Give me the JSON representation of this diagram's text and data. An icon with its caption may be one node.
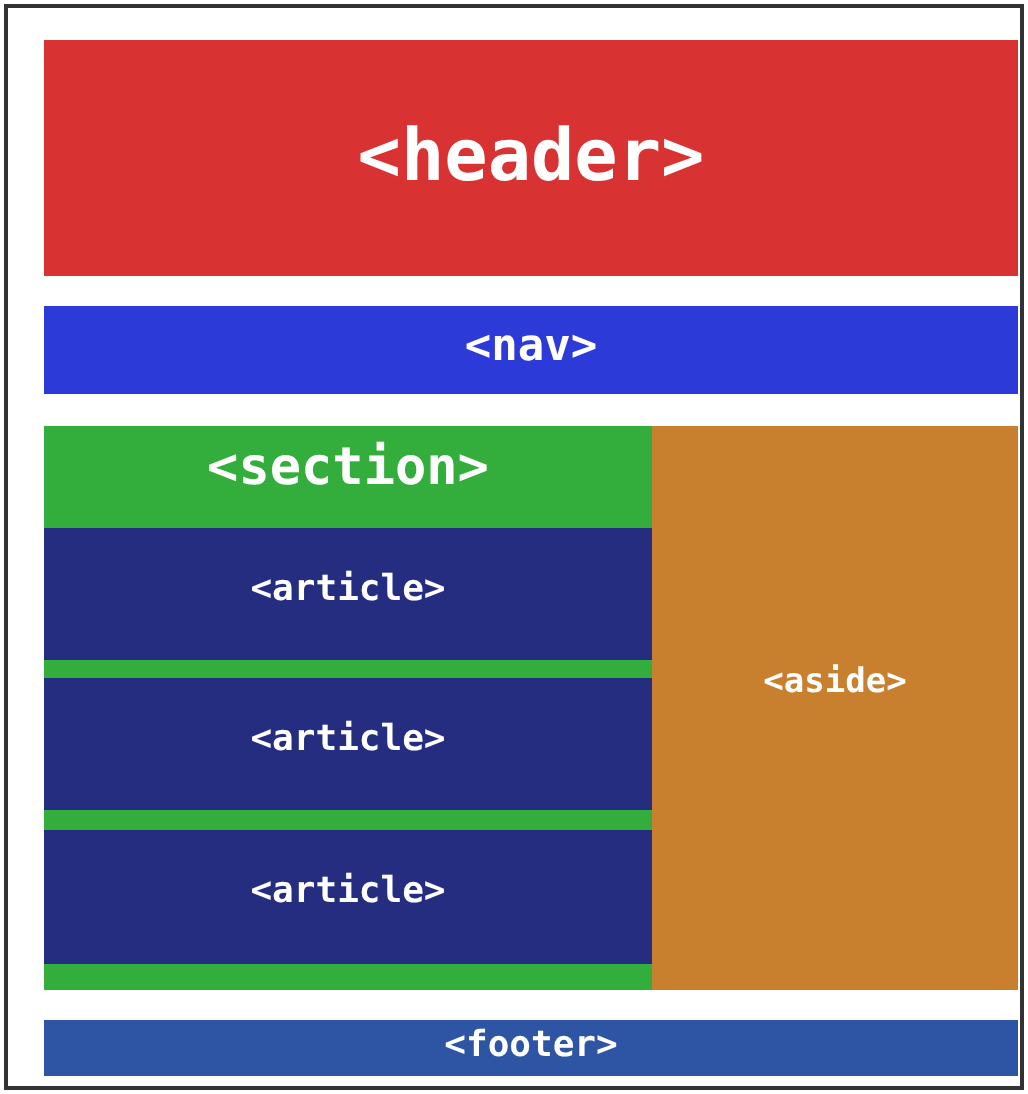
{
  "diagram": {
    "nodes": [
      {
        "text": [
          "<header>"
        ]
      },
      {
        "text": [
          "<nav>"
        ]
      },
      {
        "text": [
          "<section>"
        ]
      },
      {
        "text": [
          "<article>"
        ],
        "in": 2
      },
      {
        "text": [
          "<article>"
        ],
        "in": 2
      },
      {
        "text": [
          "<article>"
        ],
        "in": 2
      },
      {
        "text": [
          "<aside>"
        ]
      },
      {
        "text": [
          "<footer>"
        ]
      }
    ]
  }
}
